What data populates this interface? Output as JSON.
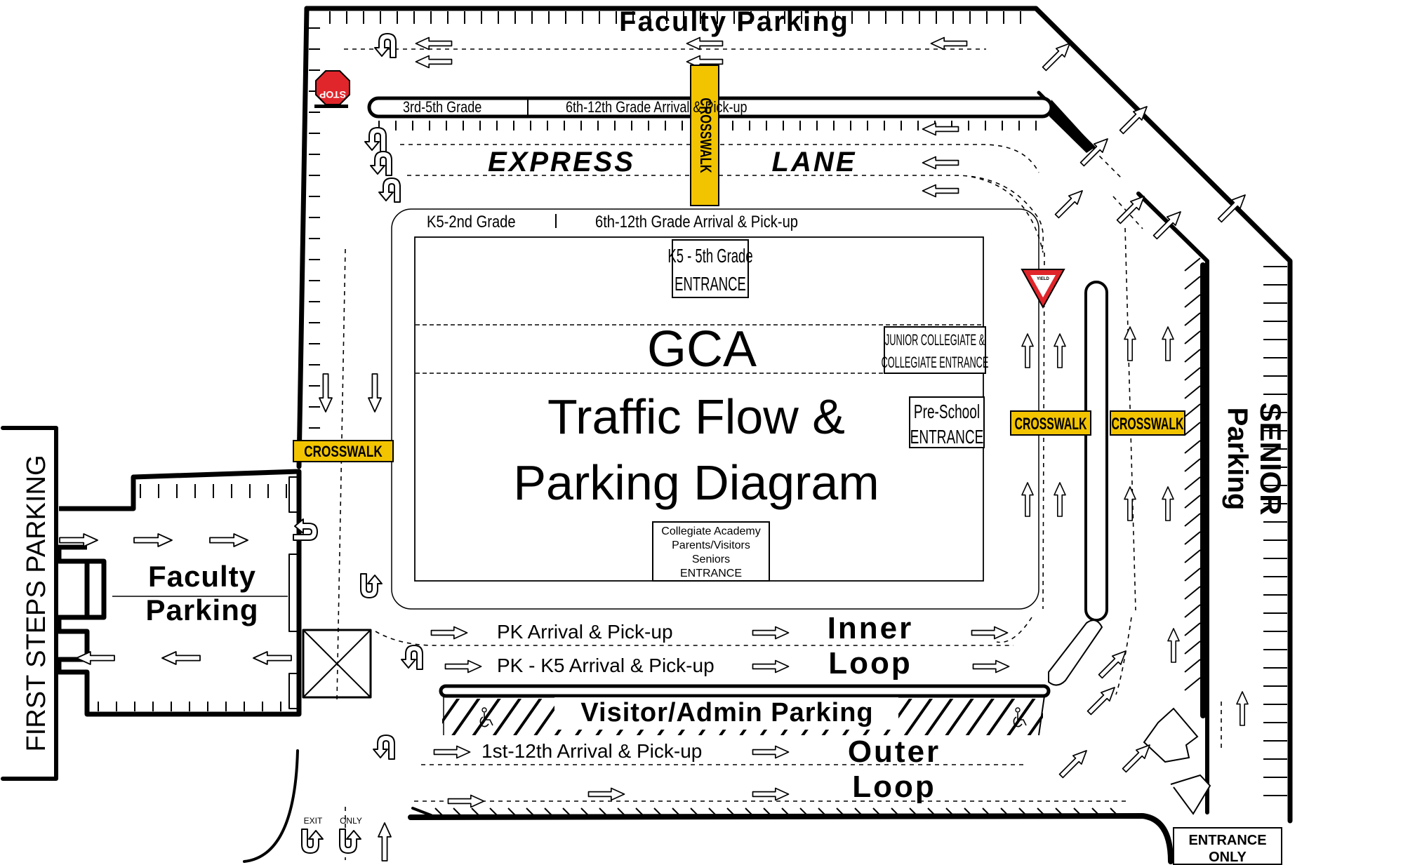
{
  "map": {
    "title_lines": [
      "GCA",
      "Traffic Flow &",
      "Parking Diagram"
    ],
    "areas": {
      "faculty_parking_top": "Faculty Parking",
      "faculty_parking_left": [
        "Faculty",
        "Parking"
      ],
      "first_steps_parking": "FIRST STEPS PARKING",
      "senior_parking": [
        "SENIOR",
        "Parking"
      ],
      "visitor_admin_parking": "Visitor/Admin Parking"
    },
    "lanes": {
      "express_lane": [
        "EXPRESS",
        "LANE"
      ],
      "inner_loop": [
        "Inner",
        "Loop"
      ],
      "outer_loop": [
        "Outer",
        "Loop"
      ]
    },
    "zones": {
      "grade_3_5": "3rd-5th Grade",
      "top_6_12": "6th-12th Grade Arrival & Pick-up",
      "k5_2nd": "K5-2nd Grade",
      "inner_6_12": "6th-12th Grade Arrival & Pick-up",
      "pk_pickup": "PK Arrival & Pick-up",
      "pk_k5_pickup": "PK - K5 Arrival & Pick-up",
      "first_12_pickup": "1st-12th Arrival & Pick-up"
    },
    "entrances": {
      "k5_5th": [
        "K5 - 5th Grade",
        "ENTRANCE"
      ],
      "junior_collegiate": [
        "JUNIOR COLLEGIATE &",
        "COLLEGIATE ENTRANCE"
      ],
      "preschool": [
        "Pre-School",
        "ENTRANCE"
      ],
      "collegiate_academy": [
        "Collegiate Academy",
        "Parents/Visitors",
        "Seniors",
        "ENTRANCE"
      ],
      "entrance_only": [
        "ENTRANCE",
        "ONLY"
      ]
    },
    "signs": {
      "crosswalk": "CROSSWALK",
      "stop": "STOP",
      "yield": "YIELD",
      "exit": "EXIT",
      "only": "ONLY"
    },
    "colors": {
      "crosswalk_fill": "#f2c400",
      "stop_red": "#e0262b",
      "yield_red": "#e0262b",
      "ink": "#000000"
    }
  }
}
